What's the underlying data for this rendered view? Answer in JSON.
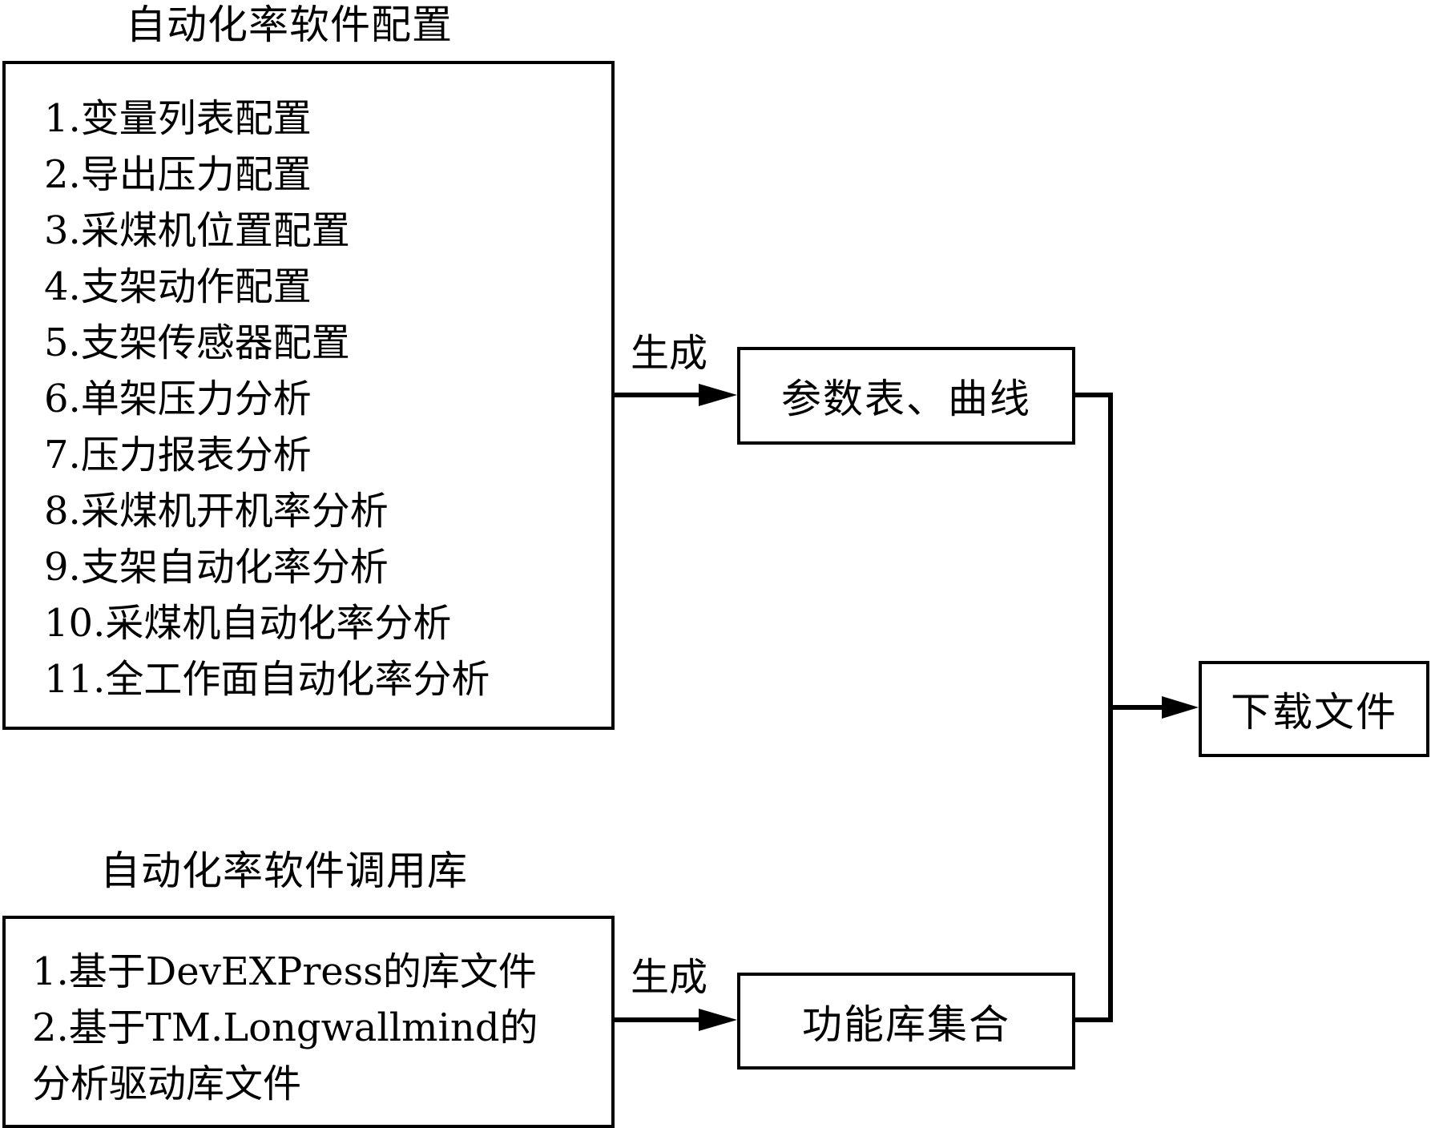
{
  "config_section": {
    "title": "自动化率软件配置",
    "items": [
      "1.变量列表配置",
      "2.导出压力配置",
      "3.采煤机位置配置",
      "4.支架动作配置",
      "5.支架传感器配置",
      "6.单架压力分析",
      "7.压力报表分析",
      "8.采煤机开机率分析",
      "9.支架自动化率分析",
      "10.采煤机自动化率分析",
      "11.全工作面自动化率分析"
    ]
  },
  "library_section": {
    "title": "自动化率软件调用库",
    "items": [
      "1.基于DevEXPress的库文件",
      "2.基于TM.Longwallmind的",
      "分析驱动库文件"
    ]
  },
  "edges": {
    "config_to_params_label": "生成",
    "library_to_functions_label": "生成"
  },
  "nodes": {
    "params_curves": "参数表、曲线",
    "function_library_set": "功能库集合",
    "download_files": "下载文件"
  }
}
